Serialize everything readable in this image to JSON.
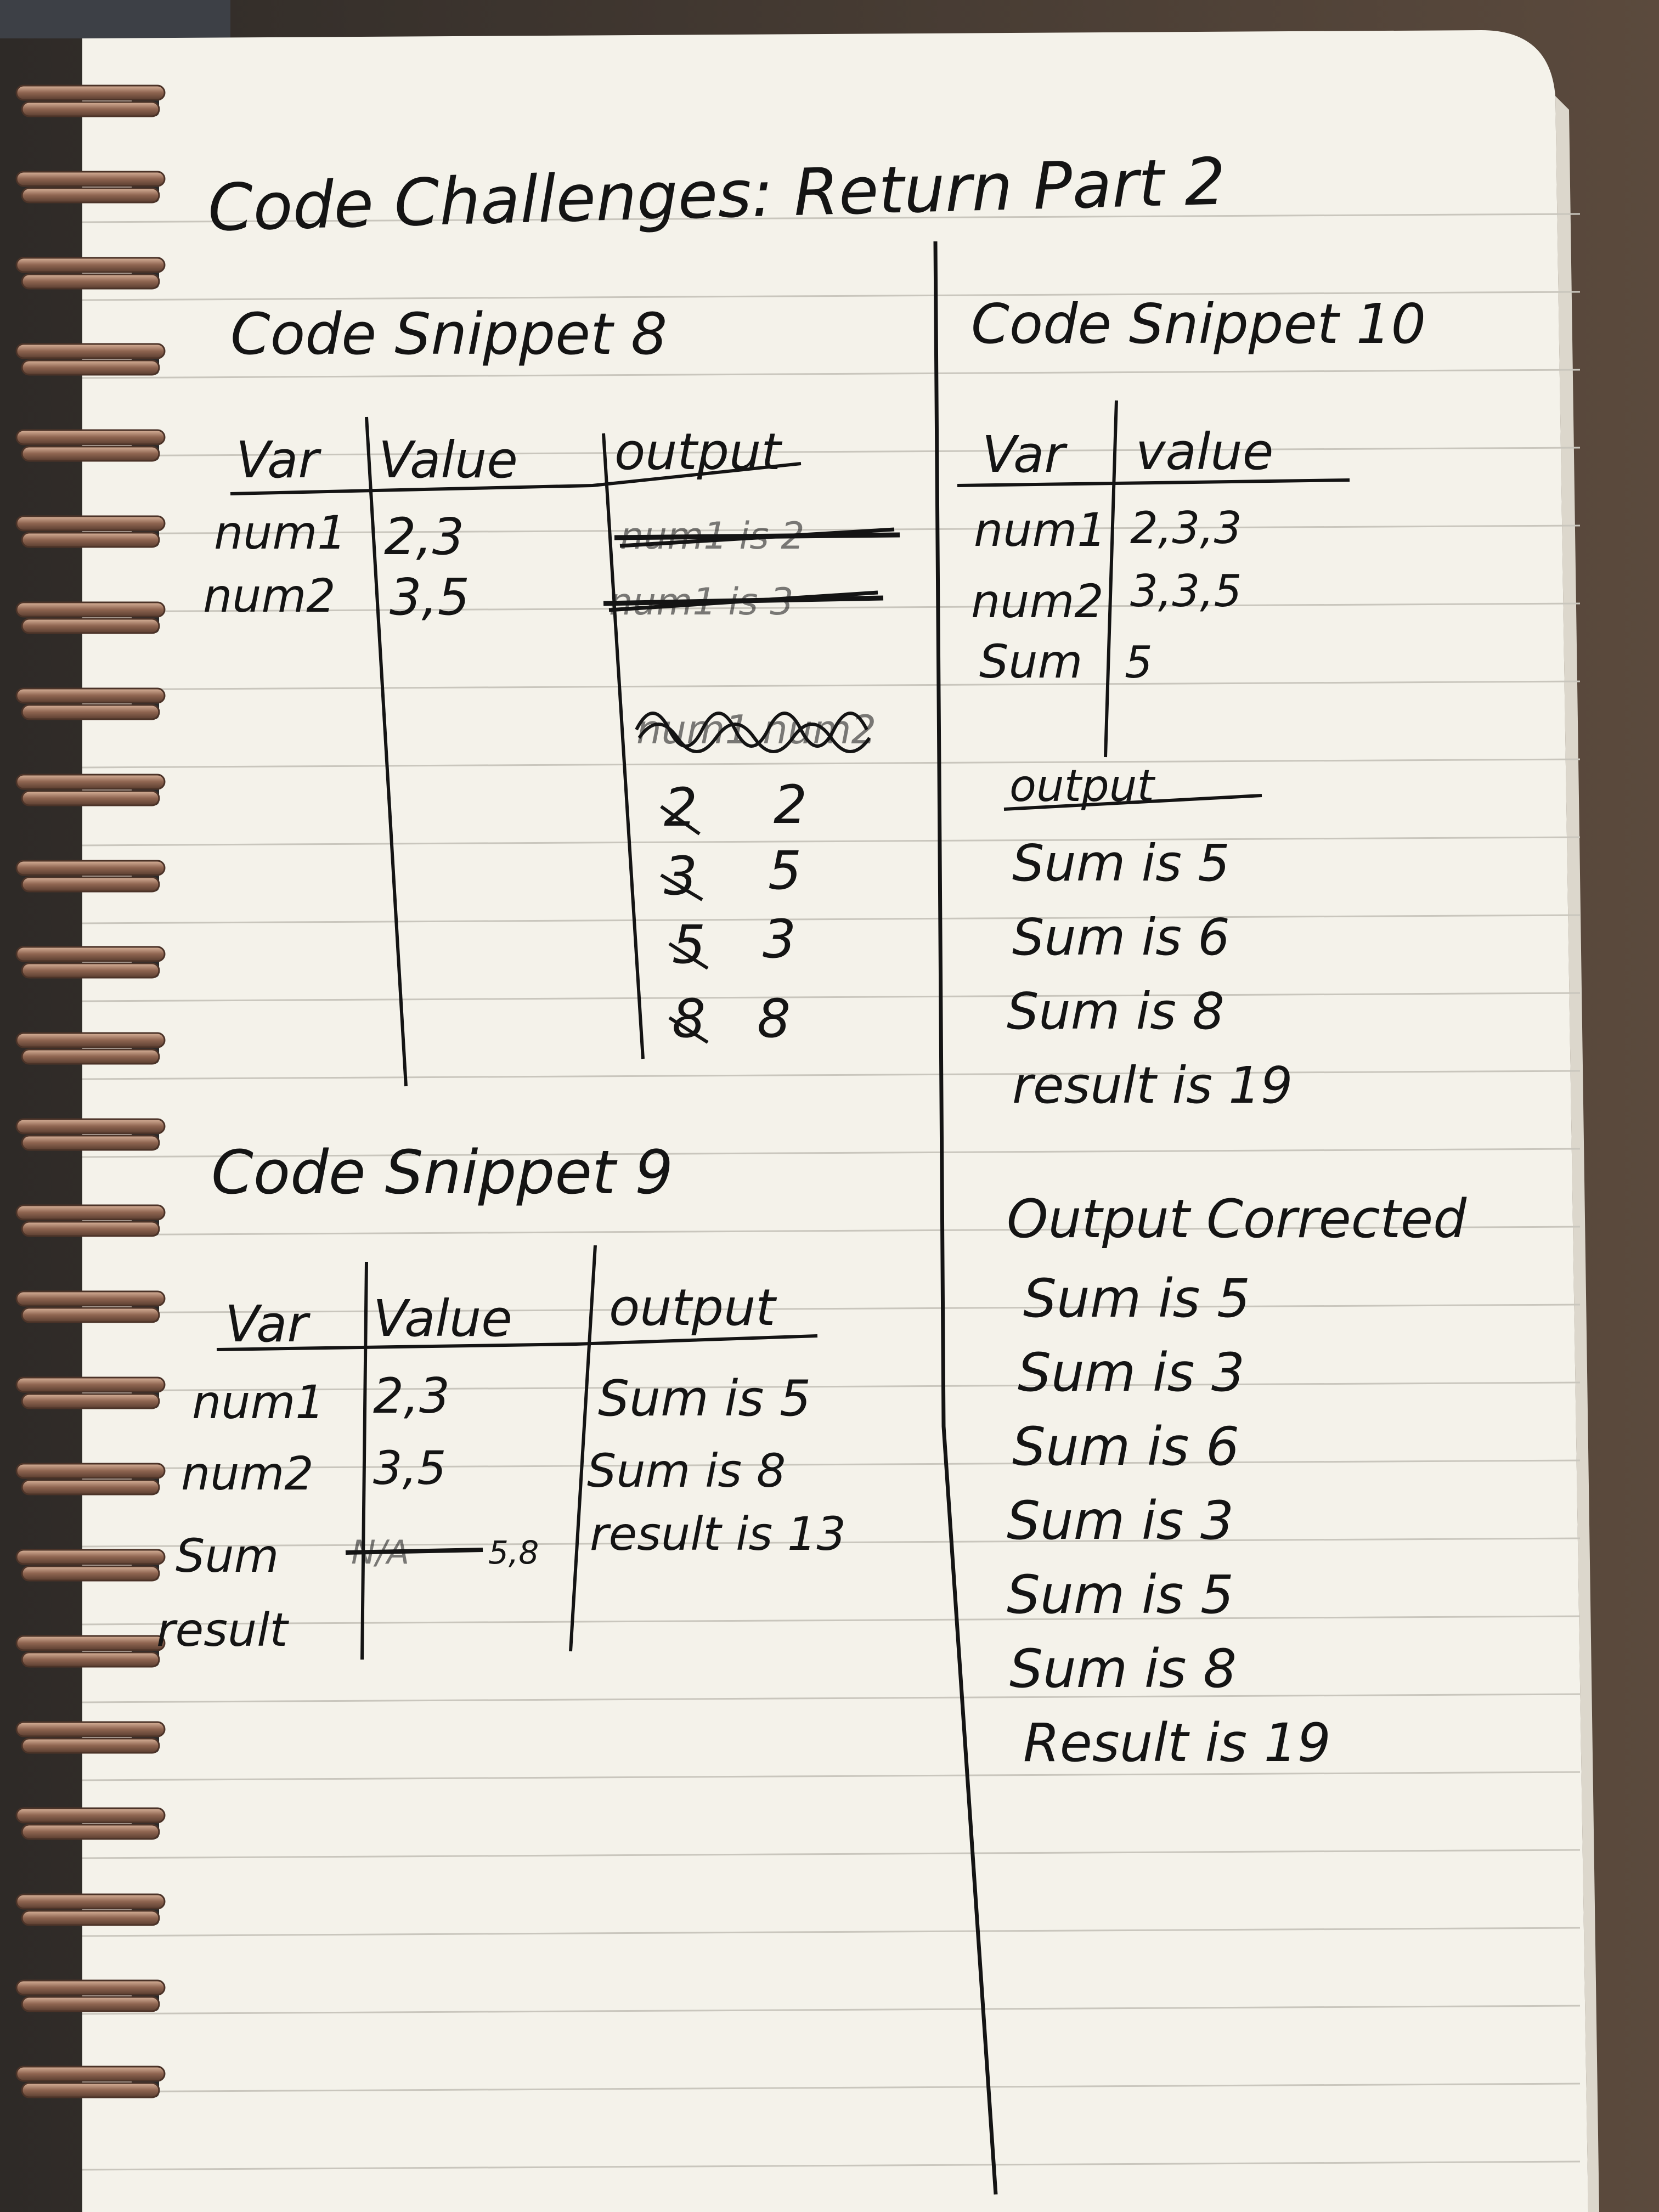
{
  "title": "Code Challenges: Return Part 2",
  "snippet8": {
    "heading": "Code Snippet 8",
    "headers": {
      "var": "Var",
      "value": "Value",
      "output": "output"
    },
    "rows": [
      {
        "var": "num1",
        "value": "2,3"
      },
      {
        "var": "num2",
        "value": "3,5"
      }
    ],
    "struck_outputs": [
      "num1 is 2",
      "num1 is 3",
      "num1 num2"
    ],
    "pairs": [
      {
        "left": "2",
        "right": "2"
      },
      {
        "left": "3",
        "right": "5"
      },
      {
        "left": "5",
        "right": "3"
      },
      {
        "left": "8",
        "right": "8"
      }
    ]
  },
  "snippet9": {
    "heading": "Code Snippet 9",
    "headers": {
      "var": "Var",
      "value": "Value",
      "output": "output"
    },
    "rows": [
      {
        "var": "num1",
        "value": "2,3",
        "output": "Sum is 5"
      },
      {
        "var": "num2",
        "value": "3,5",
        "output": "Sum is 8"
      },
      {
        "var": "Sum",
        "value": "5,8",
        "struck": "N/A",
        "output": "result is 13"
      },
      {
        "var": "result",
        "value": "",
        "output": ""
      }
    ]
  },
  "snippet10": {
    "heading": "Code Snippet 10",
    "headers": {
      "var": "Var",
      "value": "value"
    },
    "rows": [
      {
        "var": "num1",
        "value": "2,3,3"
      },
      {
        "var": "num2",
        "value": "3,3,5"
      },
      {
        "var": "Sum",
        "value": "5"
      }
    ],
    "output_heading": "output",
    "output": [
      "Sum is 5",
      "Sum is 6",
      "Sum is 8",
      "result is 19"
    ],
    "corrected_heading": "Output Corrected",
    "corrected": [
      "Sum is 5",
      "Sum is 3",
      "Sum is 6",
      "Sum is 3",
      "Sum is 5",
      "Sum is 8",
      "Result is 19"
    ]
  },
  "colors": {
    "paper": "#f4f2ea",
    "rule": "#c9c6bd",
    "ink": "#141414",
    "spiral": "#a9826b",
    "desk": "#3f3a36"
  }
}
